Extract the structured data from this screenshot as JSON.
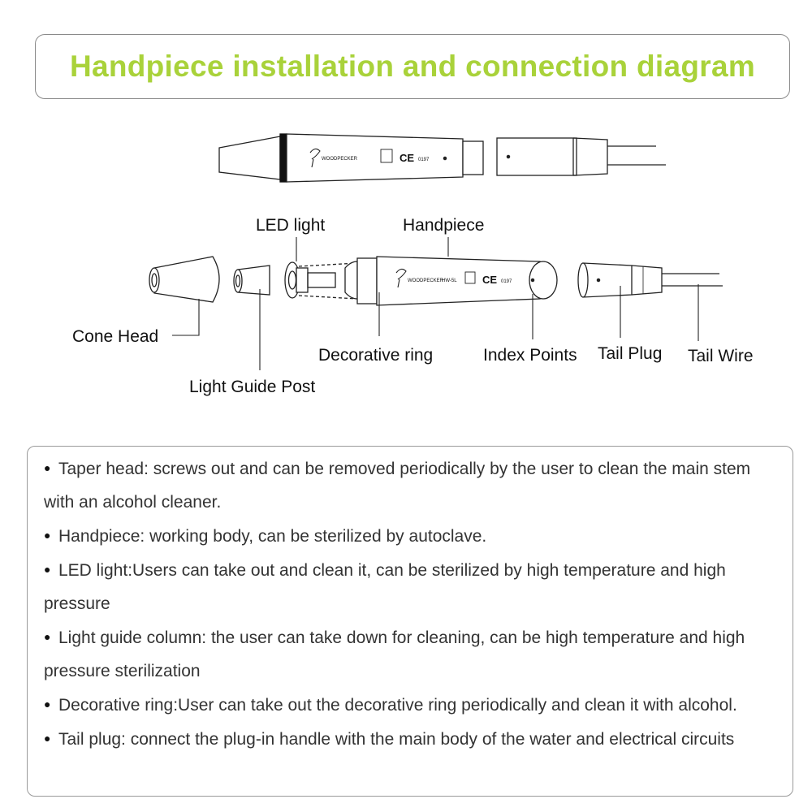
{
  "title": "Handpiece installation and connection diagram",
  "handpiece_marks": {
    "brand": "WOODPECKER",
    "model": "HW-5L",
    "ce": "CE",
    "cert_number": "0197"
  },
  "labels": {
    "led_light": "LED light",
    "handpiece": "Handpiece",
    "cone_head": "Cone Head",
    "light_guide_post": "Light Guide Post",
    "decorative_ring": "Decorative ring",
    "index_points": "Index Points",
    "tail_plug": "Tail Plug",
    "tail_wire": "Tail Wire"
  },
  "notes": [
    "Taper head: screws out and can be removed periodically by the user to clean the main stem with an alcohol cleaner.",
    "Handpiece: working body, can be sterilized by autoclave.",
    "LED light:Users can take out and clean it, can be sterilized by high temperature and high pressure",
    "Light guide column: the user can take down for cleaning, can be high temperature and high pressure sterilization",
    "Decorative ring:User can take out the decorative ring periodically and clean it with alcohol.",
    "Tail plug: connect the plug-in handle with the main body of the water and electrical circuits"
  ],
  "bullet_symbol": "●"
}
